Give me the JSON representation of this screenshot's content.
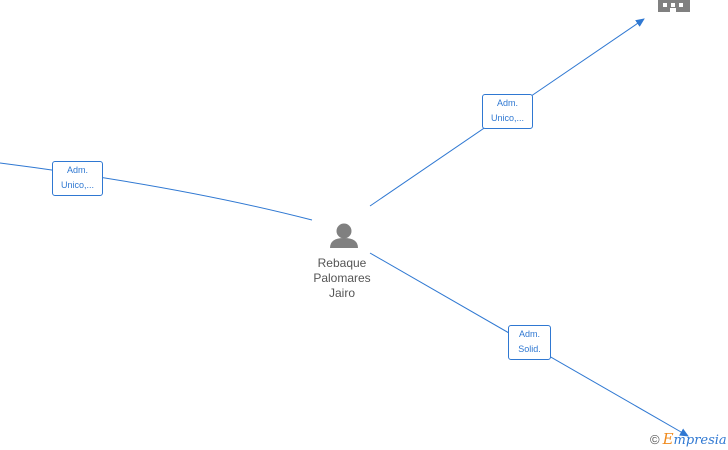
{
  "center_person": {
    "name_lines": [
      "Rebaque",
      "Palomares",
      "Jairo"
    ],
    "icon": "person-icon",
    "color": "#808080"
  },
  "edges": [
    {
      "label_lines": [
        "Adm.",
        "Unico,..."
      ],
      "target": "off-canvas-left"
    },
    {
      "label_lines": [
        "Adm.",
        "Unico,..."
      ],
      "target": "company-top-right"
    },
    {
      "label_lines": [
        "Adm.",
        "Solid."
      ],
      "target": "off-canvas-bottom-right"
    }
  ],
  "company_node": {
    "icon": "building-icon",
    "color": "#808080"
  },
  "edge_color": "#2f78d2",
  "watermark": {
    "copyright": "©",
    "brand_initial": "E",
    "brand_rest": "mpresia"
  }
}
